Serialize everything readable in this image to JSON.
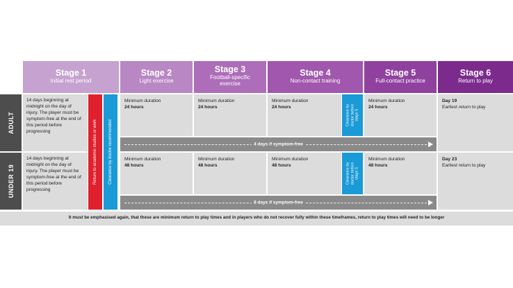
{
  "colors": {
    "stage1": "#c5a2cf",
    "stage2": "#b987c4",
    "stage3": "#ad6db9",
    "stage4": "#a057ad",
    "stage5": "#9041a0",
    "stage6": "#7c2b8d",
    "row_label": "#4d4d4d",
    "red_band": "#e0202d",
    "blue_band": "#1a9ad6",
    "cell_bg": "#dcdcdc",
    "arrow_bar": "#8a8a8a"
  },
  "stages": [
    {
      "title": "Stage 1",
      "subtitle": "Initial rest period"
    },
    {
      "title": "Stage 2",
      "subtitle": "Light exercise"
    },
    {
      "title": "Stage 3",
      "subtitle": "Football-specific exercise"
    },
    {
      "title": "Stage 4",
      "subtitle": "Non-contact training"
    },
    {
      "title": "Stage 5",
      "subtitle": "Full-contact practice"
    },
    {
      "title": "Stage 6",
      "subtitle": "Return to play"
    }
  ],
  "bands": {
    "red": "Return to academic studies or work",
    "blue": "Clearance by doctor recommended",
    "clearance_stage4": "Clearance by doctor before stage 5"
  },
  "adult": {
    "label": "ADULT",
    "stage1": "14 days beginning at midnight on the day of injury. The player must be symptom-free at the end of this period before progressing",
    "min_label": "Minimum duration",
    "min_value": "24 hours",
    "stage6_day": "Day 19",
    "stage6_text": "Earliest return to play",
    "arrow": "4 days if symptom-free"
  },
  "under19": {
    "label": "UNDER 19",
    "stage1": "14 days beginning at midnight on the day of injury. The player must be symptom-free at the end of this period before progressing",
    "min_label": "Minimum duration",
    "min_value": "48 hours",
    "stage6_day": "Day 23",
    "stage6_text": "Earliest return to play",
    "arrow": "8 days if symptom-free"
  },
  "footnote": "It must be emphasised again, that these are minimum return to play times and in players who do not recover fully within these timeframes, return to play times will need to be longer"
}
